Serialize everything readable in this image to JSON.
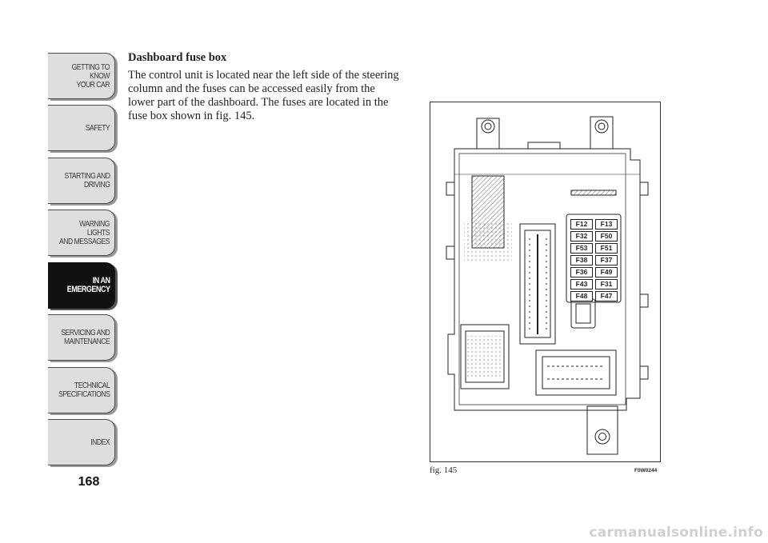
{
  "sidebar": {
    "tabs": [
      {
        "label": "GETTING TO KNOW\nYOUR CAR",
        "active": false
      },
      {
        "label": "SAFETY",
        "active": false
      },
      {
        "label": "STARTING AND\nDRIVING",
        "active": false
      },
      {
        "label": "WARNING LIGHTS\nAND MESSAGES",
        "active": false
      },
      {
        "label": "IN AN\nEMERGENCY",
        "active": true
      },
      {
        "label": "SERVICING AND\nMAINTENANCE",
        "active": false
      },
      {
        "label": "TECHNICAL\nSPECIFICATIONS",
        "active": false
      },
      {
        "label": "INDEX",
        "active": false
      }
    ],
    "page_number": "168"
  },
  "content": {
    "heading": "Dashboard fuse box",
    "paragraph": "The control unit is located near the left side of the steering column and the fuses can be accessed easily from the lower part of the dashboard. The fuses are located in the fuse box shown in fig. 145."
  },
  "figure": {
    "caption": "fig. 145",
    "code": "F0W0244",
    "fuses_left": [
      "F12",
      "F32",
      "F53",
      "F38",
      "F36",
      "F43",
      "F48"
    ],
    "fuses_right": [
      "F13",
      "F50",
      "F51",
      "F37",
      "F49",
      "F31",
      "F47"
    ]
  },
  "watermark": "carmanualsonline.info"
}
